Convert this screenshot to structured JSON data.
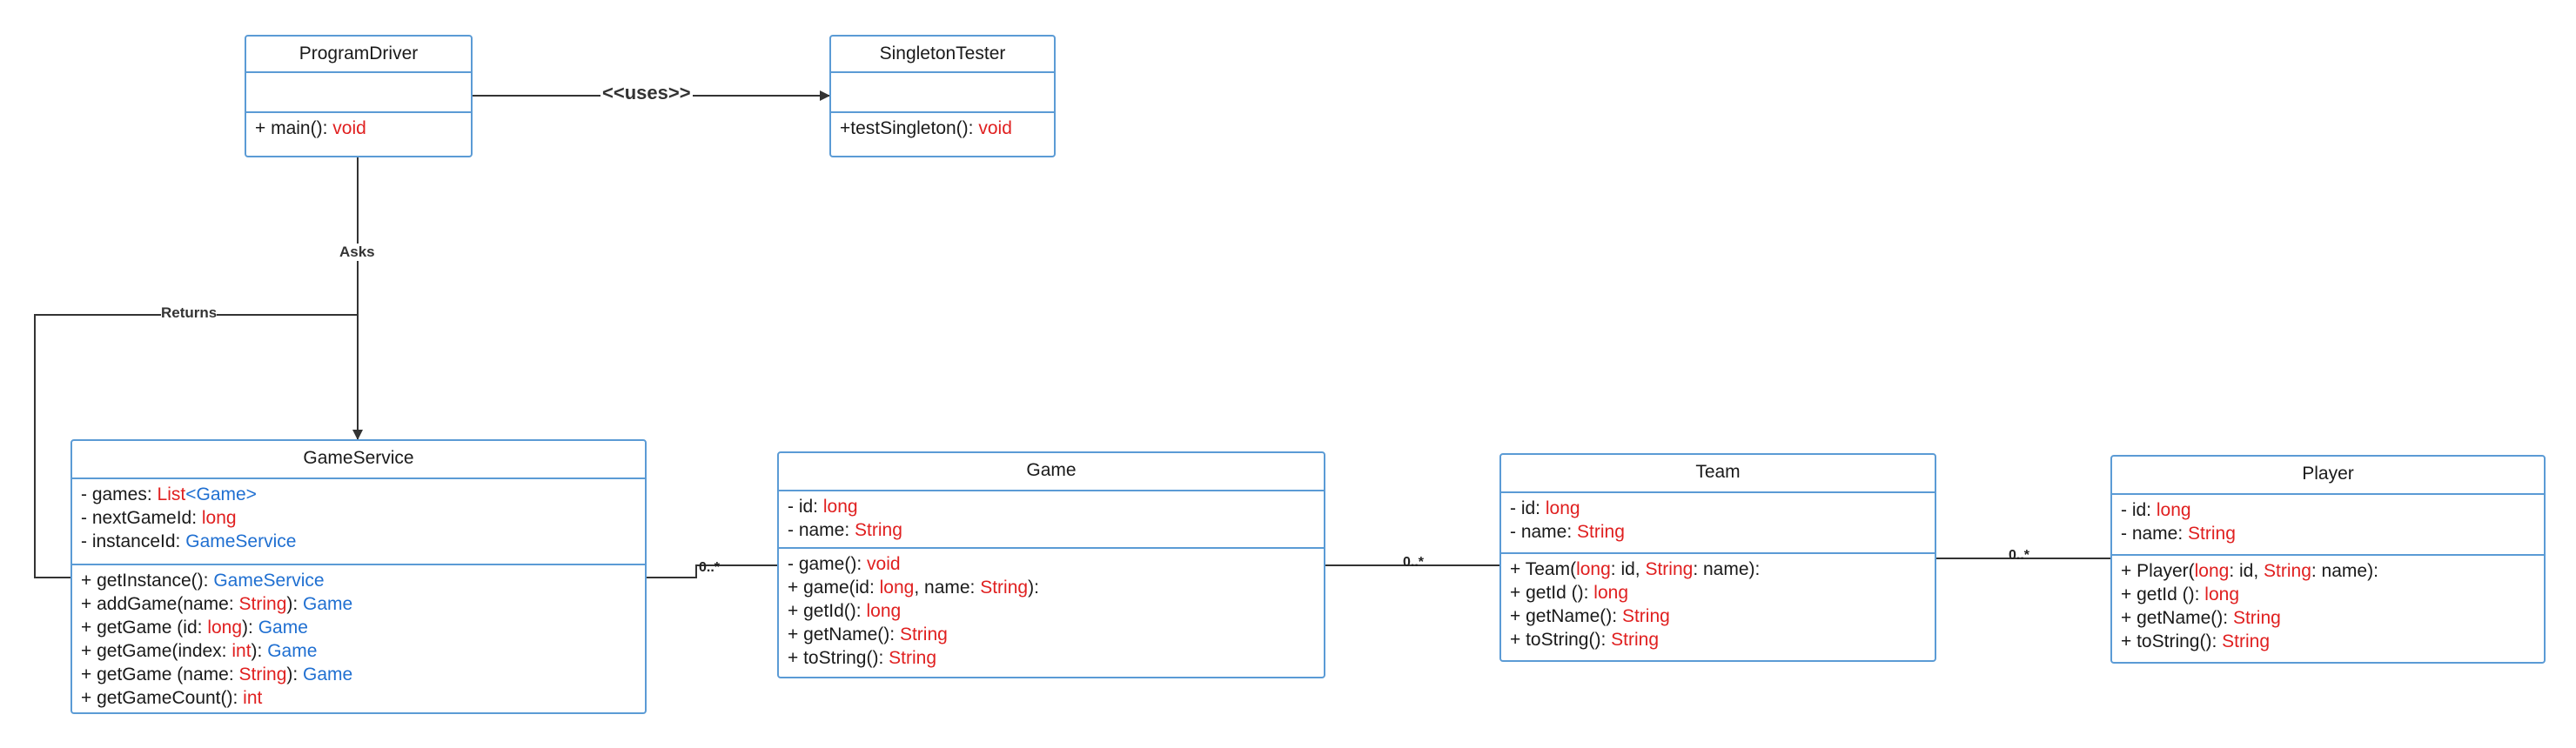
{
  "classes": {
    "programDriver": {
      "name": "ProgramDriver",
      "ops": {
        "main": {
          "p1": "+ main(): ",
          "t1": "void"
        }
      }
    },
    "singletonTester": {
      "name": "SingletonTester",
      "ops": {
        "test": {
          "p1": "+testSingleton(): ",
          "t1": "void"
        }
      }
    },
    "gameService": {
      "name": "GameService",
      "attrs": {
        "games": {
          "p1": "- games: ",
          "t1": "List",
          "t2": "<Game>"
        },
        "nextGameId": {
          "p1": "- nextGameId: ",
          "t1": "long"
        },
        "instanceId": {
          "p1": "- instanceId:  ",
          "t1": "GameService"
        }
      },
      "ops": {
        "getInstance": {
          "p1": "+ getInstance(): ",
          "t1": "GameService"
        },
        "addGame": {
          "p1": "+ addGame(name: ",
          "t1": "String",
          "p2": "): ",
          "t2": "Game"
        },
        "getGameId": {
          "p1": "+ getGame (id: ",
          "t1": "long",
          "p2": "): ",
          "t2": "Game"
        },
        "getGameIndex": {
          "p1": "+ getGame(index: ",
          "t1": "int",
          "p2": "): ",
          "t2": "Game"
        },
        "getGameName": {
          "p1": "+ getGame (name: ",
          "t1": "String",
          "p2": "): ",
          "t2": "Game"
        },
        "getGameCount": {
          "p1": "+ getGameCount(): ",
          "t1": "int"
        }
      }
    },
    "game": {
      "name": "Game",
      "attrs": {
        "id": {
          "p1": "- id: ",
          "t1": "long"
        },
        "name": {
          "p1": "- name: ",
          "t1": "String"
        }
      },
      "ops": {
        "gameCtor": {
          "p1": "- game(): ",
          "t1": "void"
        },
        "gameArgs": {
          "p1": "+ game(id: ",
          "t1": "long",
          "p2": ", name: ",
          "t2": "String",
          "p3": "):"
        },
        "getId": {
          "p1": "+ getId(): ",
          "t1": "long"
        },
        "getName": {
          "p1": "+ getName(): ",
          "t1": "String"
        },
        "toString": {
          "p1": "+ toString(): ",
          "t1": "String"
        }
      }
    },
    "team": {
      "name": "Team",
      "attrs": {
        "id": {
          "p1": "- id: ",
          "t1": "long"
        },
        "name": {
          "p1": "- name: ",
          "t1": "String"
        }
      },
      "ops": {
        "ctor": {
          "p1": "+ Team(",
          "t1": "long",
          "p2": ": id, ",
          "t2": "String",
          "p3": ": name):"
        },
        "getId": {
          "p1": "+ getId (): ",
          "t1": "long"
        },
        "getName": {
          "p1": "+ getName(): ",
          "t1": "String"
        },
        "toString": {
          "p1": "+ toString(): ",
          "t1": "String"
        }
      }
    },
    "player": {
      "name": "Player",
      "attrs": {
        "id": {
          "p1": "- id: ",
          "t1": "long"
        },
        "name": {
          "p1": "- name: ",
          "t1": "String"
        }
      },
      "ops": {
        "ctor": {
          "p1": "+ Player(",
          "t1": "long",
          "p2": ": id, ",
          "t2": "String",
          "p3": ": name):"
        },
        "getId": {
          "p1": "+ getId (): ",
          "t1": "long"
        },
        "getName": {
          "p1": "+ getName(): ",
          "t1": "String"
        },
        "toString": {
          "p1": "+ toString(): ",
          "t1": "String"
        }
      }
    }
  },
  "relations": {
    "uses": "<<uses>>",
    "asks": "Asks",
    "returns": "Returns",
    "gameServiceGame": "0..*",
    "gameTeam": "0..*",
    "teamPlayer": "0..*"
  },
  "colors": {
    "border": "#5b9bd5",
    "type_primitive": "#e02020",
    "type_class": "#1f6fd1",
    "line": "#333333"
  }
}
